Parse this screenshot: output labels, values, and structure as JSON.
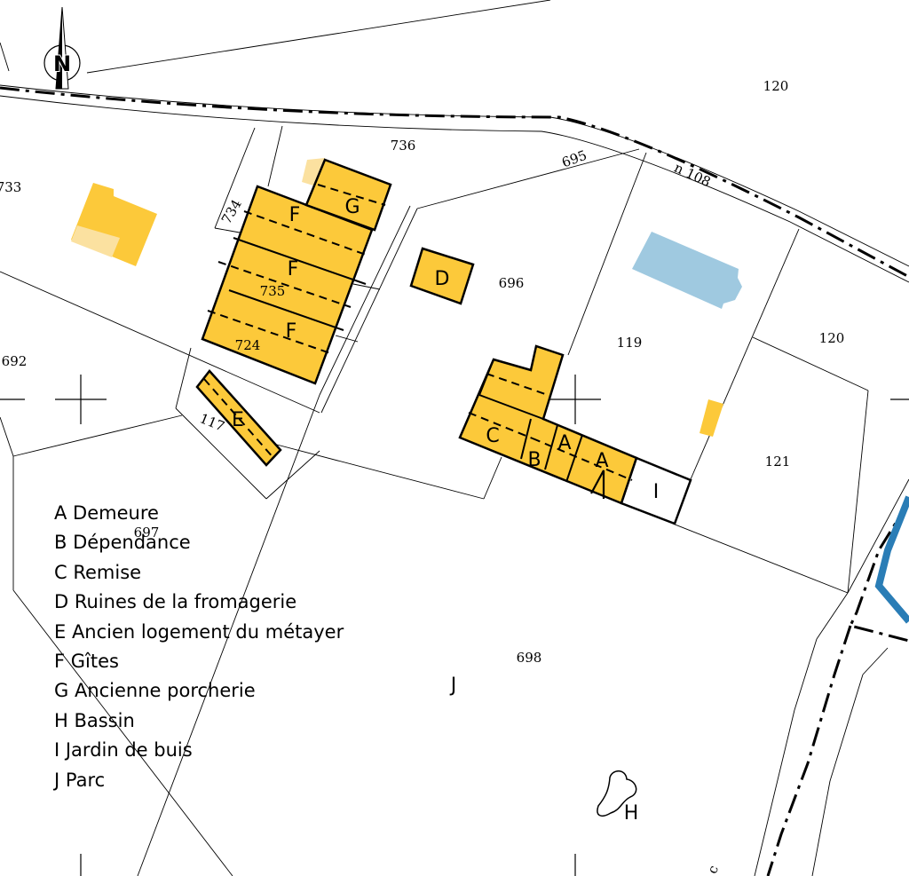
{
  "north_label": "N",
  "road_label": "n 108",
  "corner_label": "c",
  "colors": {
    "building": "#fcc93a",
    "building_light": "#fbe1a0",
    "pool": "#9fc9e0",
    "water": "#2a7db6",
    "line": "#000000"
  },
  "parcels": {
    "p120a": "120",
    "p120b": "120",
    "p736": "736",
    "p733": "733",
    "p734": "734",
    "p695": "695",
    "p696": "696",
    "p735": "735",
    "p724": "724",
    "p119": "119",
    "p692": "692",
    "p117": "117",
    "p121": "121",
    "p697": "697",
    "p698": "698"
  },
  "buildings": {
    "F1": "F",
    "F2": "F",
    "F3": "F",
    "G": "G",
    "D": "D",
    "E": "E",
    "C": "C",
    "B": "B",
    "A1": "A",
    "A2": "A",
    "I": "I",
    "J": "J",
    "H": "H"
  },
  "legend": [
    "A Demeure",
    "B Dépendance",
    "C Remise",
    "D Ruines de la fromagerie",
    "E Ancien logement du métayer",
    "F Gîtes",
    "G Ancienne porcherie",
    "H Bassin",
    "I Jardin de buis",
    "J Parc"
  ]
}
